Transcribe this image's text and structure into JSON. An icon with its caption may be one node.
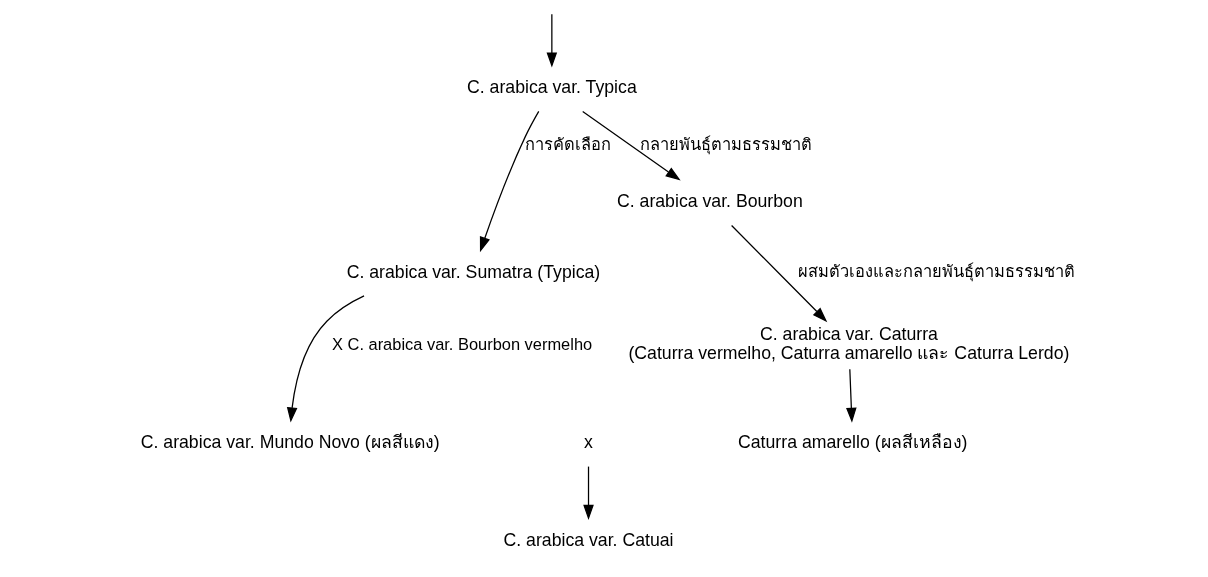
{
  "diagram": {
    "nodes": [
      {
        "text": [
          "C. arabica var. Typica"
        ]
      },
      {
        "text": [
          "C. arabica var. Sumatra (Typica)"
        ]
      },
      {
        "text": [
          "C. arabica var. Bourbon"
        ]
      },
      {
        "text": [
          "C. arabica var. Caturra",
          "(Caturra vermelho, Caturra amarello และ Caturra Lerdo)"
        ]
      },
      {
        "text": [
          "C. arabica var. Mundo Novo (ผลสีแดง)"
        ]
      },
      {
        "text": [
          "x"
        ]
      },
      {
        "text": [
          "Caturra amarello (ผลสีเหลือง)"
        ]
      },
      {
        "text": [
          "C. arabica var. Catuai"
        ]
      }
    ],
    "edges": [
      {
        "from": null,
        "to": 0,
        "arrow": "to"
      },
      {
        "from": 0,
        "to": 1,
        "arrow": "to",
        "label": "การคัดเลือก"
      },
      {
        "from": 0,
        "to": 2,
        "arrow": "to",
        "label": "กลายพันธุ์ตามธรรมชาติ"
      },
      {
        "from": 1,
        "to": 4,
        "arrow": "to",
        "label": "X C. arabica var. Bourbon vermelho"
      },
      {
        "from": 2,
        "to": 3,
        "arrow": "to",
        "label": "ผสมตัวเองและกลายพันธุ์ตามธรรมชาติ"
      },
      {
        "from": 3,
        "to": 6,
        "arrow": "to"
      },
      {
        "from": 5,
        "to": 7,
        "arrow": "to"
      }
    ]
  }
}
